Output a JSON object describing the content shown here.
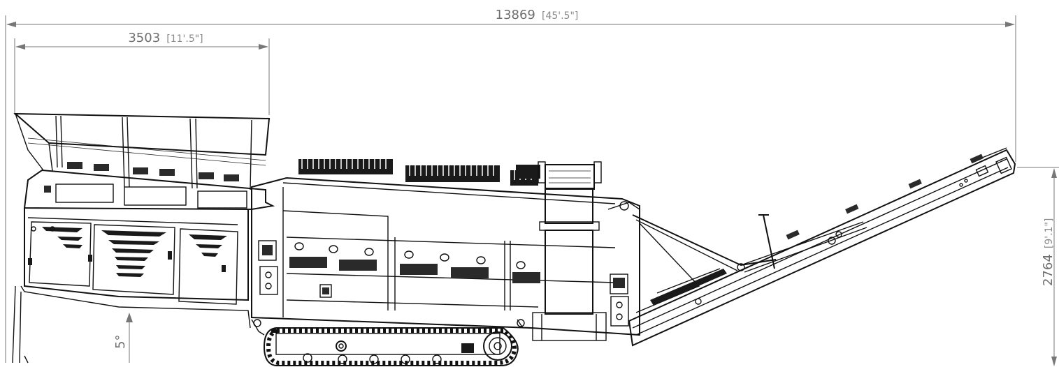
{
  "dimensions": {
    "overall_length": {
      "value": "13869",
      "imperial": "[45'.5\"]"
    },
    "hopper_length": {
      "value": "3503",
      "imperial": "[11'.5\"]"
    },
    "height": {
      "value": "2764",
      "imperial": "[9'.1\"]"
    },
    "angle": {
      "value": "5°"
    }
  },
  "colors": {
    "line": "#111111",
    "dimension_text": "#6e6e6e",
    "dimension_line": "#777777"
  }
}
